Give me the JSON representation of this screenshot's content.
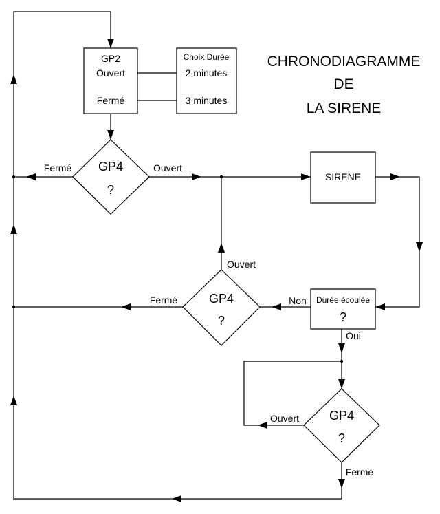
{
  "title": {
    "line1": "CHRONODIAGRAMME",
    "line2": "DE",
    "line3": "LA SIRENE"
  },
  "gp2_box": {
    "label": "GP2",
    "open": "Ouvert",
    "closed": "Fermé"
  },
  "duration_box": {
    "header": "Choix Durée",
    "option1": "2 minutes",
    "option2": "3 minutes"
  },
  "decision_gp4_top": {
    "label": "GP4",
    "question": "?",
    "left_branch": "Fermé",
    "right_branch": "Ouvert"
  },
  "siren_box": {
    "label": "SIRENE"
  },
  "decision_gp4_middle": {
    "label": "GP4",
    "question": "?",
    "left_branch": "Fermé",
    "top_branch": "Ouvert"
  },
  "elapsed_box": {
    "label": "Durée écoulée",
    "question": "?",
    "no_branch": "Non",
    "yes_branch": "Oui"
  },
  "decision_gp4_bottom": {
    "label": "GP4",
    "question": "?",
    "left_branch": "Ouvert",
    "bottom_branch": "Fermé"
  }
}
